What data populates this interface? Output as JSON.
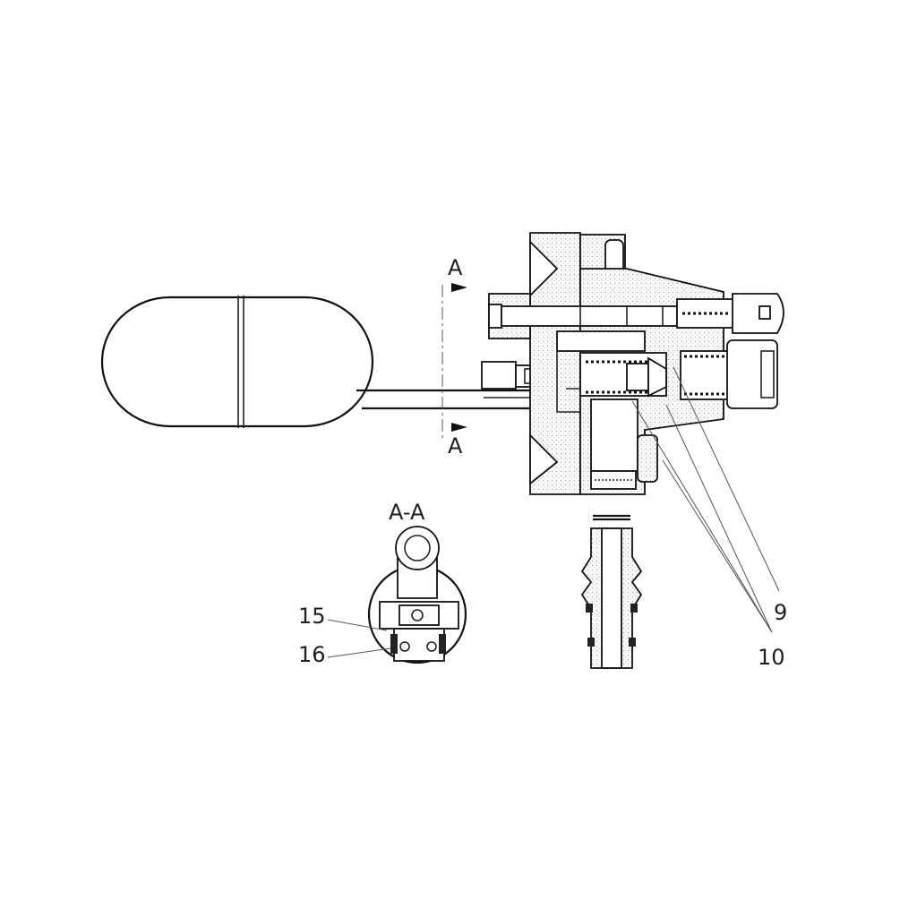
{
  "labels": {
    "section_top": "A",
    "section_bottom": "A",
    "section_view": "A-A",
    "callout_15": "15",
    "callout_16": "16",
    "callout_9": "9",
    "callout_10": "10"
  }
}
